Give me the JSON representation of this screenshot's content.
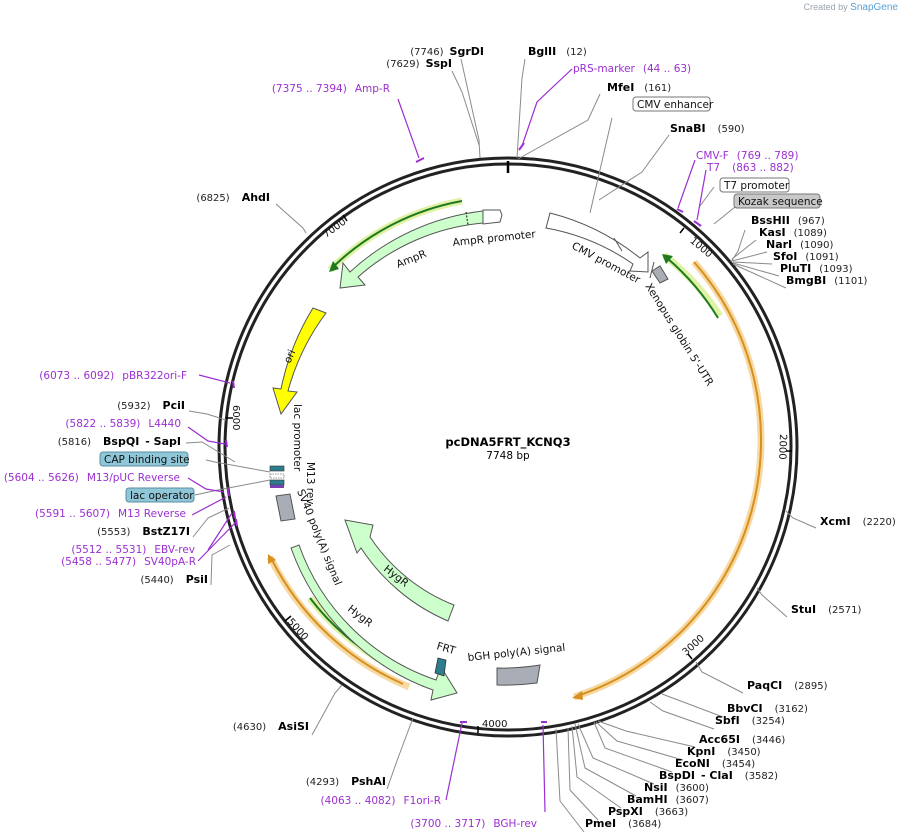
{
  "credit": {
    "prefix": "Created by",
    "brand": "SnapGene"
  },
  "plasmid": {
    "name": "pcDNA5FRT_KCNQ3",
    "length": "7748 bp"
  },
  "ticks": [
    "1000",
    "2000",
    "3000",
    "4000",
    "5000",
    "6000",
    "7000"
  ],
  "enzymes": [
    {
      "name": "SgrDI",
      "pos": "(7746)"
    },
    {
      "name": "SspI",
      "pos": "(7629)"
    },
    {
      "name": "BglII",
      "pos": "(12)"
    },
    {
      "name": "MfeI",
      "pos": "(161)"
    },
    {
      "name": "SnaBI",
      "pos": "(590)"
    },
    {
      "name": "BssHII",
      "pos": "(967)"
    },
    {
      "name": "KasI",
      "pos": "(1089)"
    },
    {
      "name": "NarI",
      "pos": "(1090)"
    },
    {
      "name": "SfoI",
      "pos": "(1091)"
    },
    {
      "name": "PluTI",
      "pos": "(1093)"
    },
    {
      "name": "BmgBI",
      "pos": "(1101)"
    },
    {
      "name": "XcmI",
      "pos": "(2220)"
    },
    {
      "name": "StuI",
      "pos": "(2571)"
    },
    {
      "name": "PaqCI",
      "pos": "(2895)"
    },
    {
      "name": "BbvCI",
      "pos": "(3162)"
    },
    {
      "name": "SbfI",
      "pos": "(3254)"
    },
    {
      "name": "Acc65I",
      "pos": "(3446)"
    },
    {
      "name": "KpnI",
      "pos": "(3450)"
    },
    {
      "name": "EcoNI",
      "pos": "(3454)"
    },
    {
      "name": "BspDI",
      "sep": "- ClaI",
      "pos": "(3582)"
    },
    {
      "name": "NsiI",
      "pos": "(3600)"
    },
    {
      "name": "BamHI",
      "pos": "(3607)"
    },
    {
      "name": "PspXI",
      "pos": "(3663)"
    },
    {
      "name": "PmeI",
      "pos": "(3684)"
    },
    {
      "name": "PshAI",
      "pos": "(4293)"
    },
    {
      "name": "AsiSI",
      "pos": "(4630)"
    },
    {
      "name": "PsiI",
      "pos": "(5440)"
    },
    {
      "name": "BstZ17I",
      "pos": "(5553)"
    },
    {
      "name": "BspQI",
      "sep": "- SapI",
      "pos": "(5816)"
    },
    {
      "name": "PciI",
      "pos": "(5932)"
    },
    {
      "name": "AhdI",
      "pos": "(6825)"
    }
  ],
  "primers": [
    {
      "name": "Amp-R",
      "range": "(7375 .. 7394)"
    },
    {
      "name": "pRS-marker",
      "range": "(44 .. 63)"
    },
    {
      "name": "CMV-F",
      "range": "(769 .. 789)"
    },
    {
      "name": "T7",
      "range": "(863 .. 882)"
    },
    {
      "name": "pBR322ori-F",
      "range": "(6073 .. 6092)"
    },
    {
      "name": "L4440",
      "range": "(5822 .. 5839)"
    },
    {
      "name": "M13/pUC Reverse",
      "range": "(5604 .. 5626)"
    },
    {
      "name": "M13 Reverse",
      "range": "(5591 .. 5607)"
    },
    {
      "name": "EBV-rev",
      "range": "(5512 .. 5531)"
    },
    {
      "name": "SV40pA-R",
      "range": "(5458 .. 5477)"
    },
    {
      "name": "F1ori-R",
      "range": "(4063 .. 4082)"
    },
    {
      "name": "BGH-rev",
      "range": "(3700 .. 3717)"
    }
  ],
  "boxed_features": [
    "CMV enhancer",
    "T7 promoter",
    "Kozak sequence",
    "CAP binding site",
    "lac operator"
  ],
  "map_features": [
    "AmpR promoter",
    "AmpR",
    "CMV promoter",
    "Xenopus globin 5'-UTR",
    "ori",
    "lac promoter",
    "M13 rev",
    "SV40 poly(A) signal",
    "HygR",
    "HygR",
    "FRT",
    "bGH poly(A) signal"
  ],
  "colors": {
    "primer": "#9b2fd1",
    "ori": "#ffff00",
    "marker": "#ccffcc",
    "promoter": "#ffffff",
    "terminator": "#a9adb5",
    "orf_green": "#1f7a1f",
    "orf_orange": "#e3a33d",
    "frt": "#2d7d8c",
    "boxed_blue": "#8fc6d8",
    "boxed_gray": "#c8c8c8"
  }
}
